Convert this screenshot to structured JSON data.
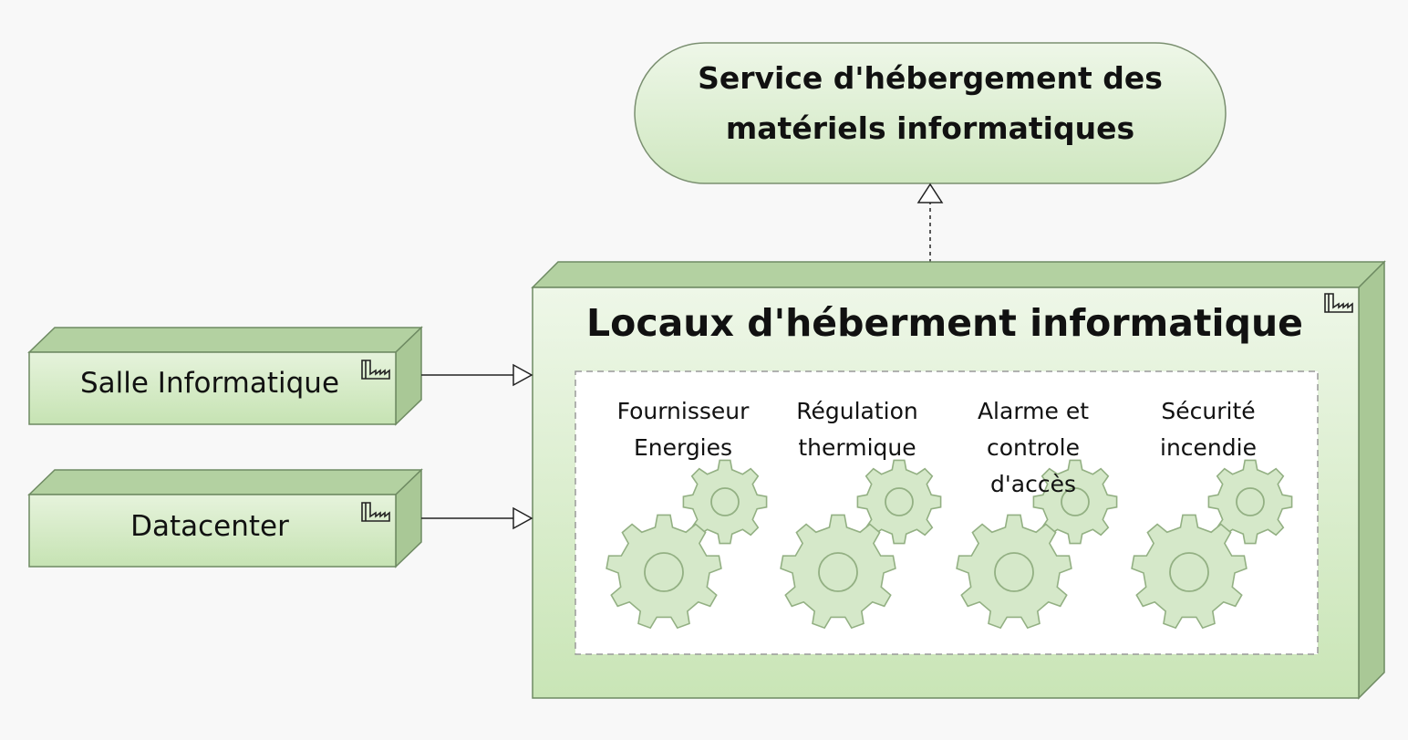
{
  "service": {
    "line1": "Service d'hébergement des",
    "line2": "matériels informatiques"
  },
  "main_node": {
    "title": "Locaux d'héberment informatique",
    "icon": "facility-icon"
  },
  "nodes": [
    {
      "label": "Salle Informatique",
      "icon": "facility-icon"
    },
    {
      "label": "Datacenter",
      "icon": "facility-icon"
    }
  ],
  "functions": [
    {
      "lines": [
        "Fournisseur",
        "Energies"
      ],
      "icon": "gears-icon"
    },
    {
      "lines": [
        "Régulation",
        "thermique"
      ],
      "icon": "gears-icon"
    },
    {
      "lines": [
        "Alarme et",
        "controle",
        "d'accès"
      ],
      "icon": "gears-icon"
    },
    {
      "lines": [
        "Sécurité",
        "incendie"
      ],
      "icon": "gears-icon"
    }
  ],
  "colors": {
    "node_face": "#cde8bd",
    "node_side": "#b2d0a0",
    "node_stroke": "#6e8a62",
    "service_fill": "#d6ecc8",
    "gear_fill": "#d5e8c9",
    "gear_stroke": "#93b083",
    "group_fill": "#ffffff",
    "group_stroke": "#9a9a9a"
  }
}
